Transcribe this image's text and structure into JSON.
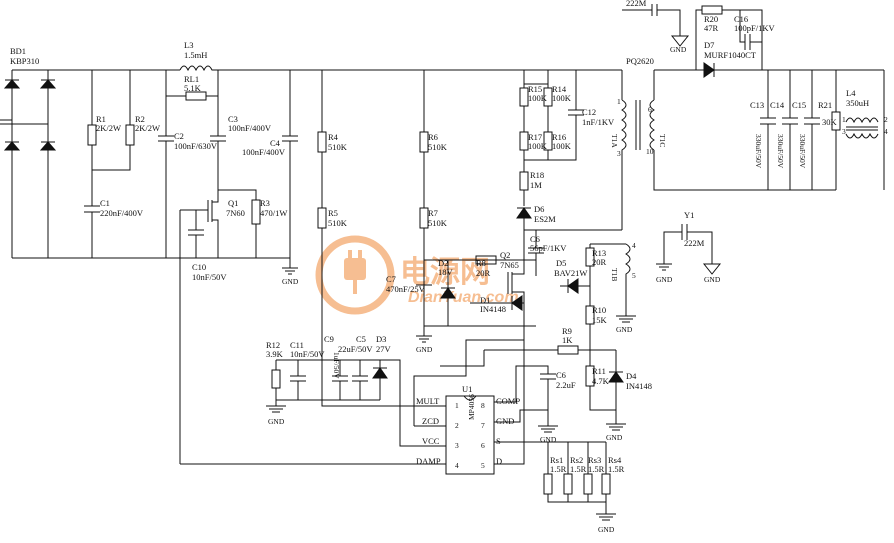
{
  "watermark": {
    "brand": "电源网",
    "site": "DianYuan.com",
    "accent": "#f08a3a"
  },
  "components": {
    "bd1": {
      "ref": "BD1",
      "value": "KBP310"
    },
    "r1": {
      "ref": "R1",
      "value": "2K/2W"
    },
    "r2": {
      "ref": "R2",
      "value": "2K/2W"
    },
    "c1": {
      "ref": "C1",
      "value": "220nF/400V"
    },
    "l3": {
      "ref": "L3",
      "value": "1.5mH"
    },
    "rl1": {
      "ref": "RL1",
      "value": "5.1K"
    },
    "c2": {
      "ref": "C2",
      "value": "100nF/630V"
    },
    "c3": {
      "ref": "C3",
      "value": "100nF/400V"
    },
    "c4": {
      "ref": "C4",
      "value": "100nF/400V"
    },
    "q1": {
      "ref": "Q1",
      "value": "7N60"
    },
    "r3": {
      "ref": "R3",
      "value": "470/1W"
    },
    "c10": {
      "ref": "C10",
      "value": "10nF/50V"
    },
    "r4": {
      "ref": "R4",
      "value": "510K"
    },
    "r5": {
      "ref": "R5",
      "value": "510K"
    },
    "r6": {
      "ref": "R6",
      "value": "510K"
    },
    "r7": {
      "ref": "R7",
      "value": "510K"
    },
    "c7": {
      "ref": "C7",
      "value": "470nF/25V"
    },
    "d2": {
      "ref": "D2",
      "value": "18V"
    },
    "r8": {
      "ref": "R8",
      "value": "20R"
    },
    "q2": {
      "ref": "Q2",
      "value": "7N65"
    },
    "d1": {
      "ref": "D1",
      "value": "IN4148"
    },
    "r15": {
      "ref": "R15",
      "value": "100K"
    },
    "r14": {
      "ref": "R14",
      "value": "100K"
    },
    "r17": {
      "ref": "R17",
      "value": "100K"
    },
    "r16": {
      "ref": "R16",
      "value": "100K"
    },
    "r18": {
      "ref": "R18",
      "value": "1M"
    },
    "d6": {
      "ref": "D6",
      "value": "ES2M"
    },
    "c12": {
      "ref": "C12",
      "value": "1nF/1KV"
    },
    "c6a": {
      "ref": "C6",
      "value": "56pF/1KV"
    },
    "d5": {
      "ref": "D5",
      "value": "BAV21W"
    },
    "r13": {
      "ref": "R13",
      "value": "20R"
    },
    "r10": {
      "ref": "R10",
      "value": "15K"
    },
    "r9": {
      "ref": "R9",
      "value": "1K"
    },
    "c6b": {
      "ref": "C6",
      "value": "2.2uF"
    },
    "r11": {
      "ref": "R11",
      "value": "4.7K"
    },
    "d4": {
      "ref": "D4",
      "value": "IN4148"
    },
    "r12": {
      "ref": "R12",
      "value": "3.9K"
    },
    "c11": {
      "ref": "C11",
      "value": "10nF/50V"
    },
    "c9": {
      "ref": "C9",
      "value": "1uF/50V"
    },
    "c5": {
      "ref": "C5",
      "value": "22uF/50V"
    },
    "d3": {
      "ref": "D3",
      "value": "27V"
    },
    "u1": {
      "ref": "U1",
      "value": "MP4056"
    },
    "rs1": {
      "ref": "Rs1",
      "value": "1.5R"
    },
    "rs2": {
      "ref": "Rs2",
      "value": "1.5R"
    },
    "rs3": {
      "ref": "Rs3",
      "value": "1.5R"
    },
    "rs4": {
      "ref": "Rs4",
      "value": "1.5R"
    },
    "t1a": {
      "ref": "T1A",
      "value": "PQ2620"
    },
    "t1c": {
      "ref": "T1C",
      "value": ""
    },
    "t1b": {
      "ref": "T1B",
      "value": ""
    },
    "r20": {
      "ref": "R20",
      "value": "47R"
    },
    "c16": {
      "ref": "C16",
      "value": "100pF/1KV"
    },
    "d7": {
      "ref": "D7",
      "value": "MURF1040CT"
    },
    "c13": {
      "ref": "C13",
      "value": "330uF/50V"
    },
    "c14": {
      "ref": "C14",
      "value": "330uF/50V"
    },
    "c15": {
      "ref": "C15",
      "value": "330uF/50V"
    },
    "r21": {
      "ref": "R21",
      "value": "30K"
    },
    "l4": {
      "ref": "L4",
      "value": "350uH"
    },
    "y1": {
      "ref": "Y1",
      "value": "222M"
    },
    "y1top": {
      "value": "222M"
    }
  },
  "ic_pins": {
    "mult": "MULT",
    "zcd": "ZCD",
    "vcc": "VCC",
    "damp": "DAMP",
    "comp": "COMP",
    "gnd": "GND",
    "s": "S",
    "d": "D",
    "n1": "1",
    "n2": "2",
    "n3": "3",
    "n4": "4",
    "n5": "5",
    "n6": "6",
    "n7": "7",
    "n8": "8"
  },
  "transformer_pins": {
    "t1a_top": "1",
    "t1a_bot": "3",
    "t1c_top": "6",
    "t1c_bot": "10",
    "t1b_top": "4",
    "t1b_bot": "5",
    "l4_1": "1",
    "l4_2": "2",
    "l4_3": "3",
    "l4_4": "4"
  },
  "gnd_label": "GND"
}
